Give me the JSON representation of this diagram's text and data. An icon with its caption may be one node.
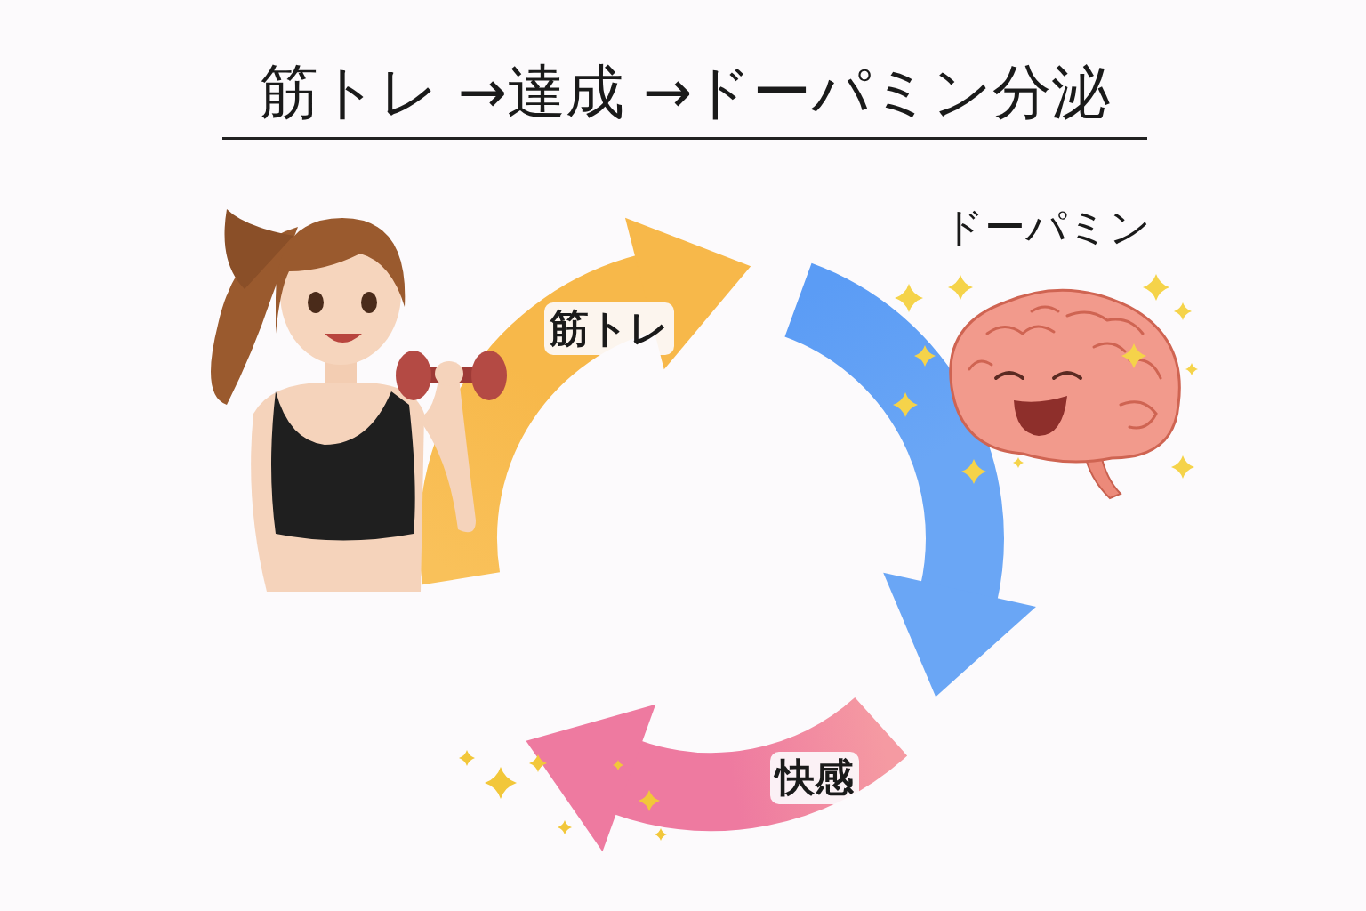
{
  "diagram": {
    "title": "筋トレ →達成 →ドーパミン分泌",
    "nodes": [
      {
        "text": [],
        "shape": "picture"
      },
      {
        "text": [
          "ドーパミン"
        ]
      }
    ],
    "edges": [
      {
        "from": 0,
        "to": 1,
        "arrow": "to",
        "label": "筋トレ",
        "color": "#f7b84a"
      },
      {
        "from": null,
        "to": 1,
        "arrow": "to",
        "color": "#6aa6f5"
      },
      {
        "from": null,
        "to": 0,
        "arrow": "to",
        "label": "快感",
        "color": "#ee7aa0"
      }
    ]
  }
}
